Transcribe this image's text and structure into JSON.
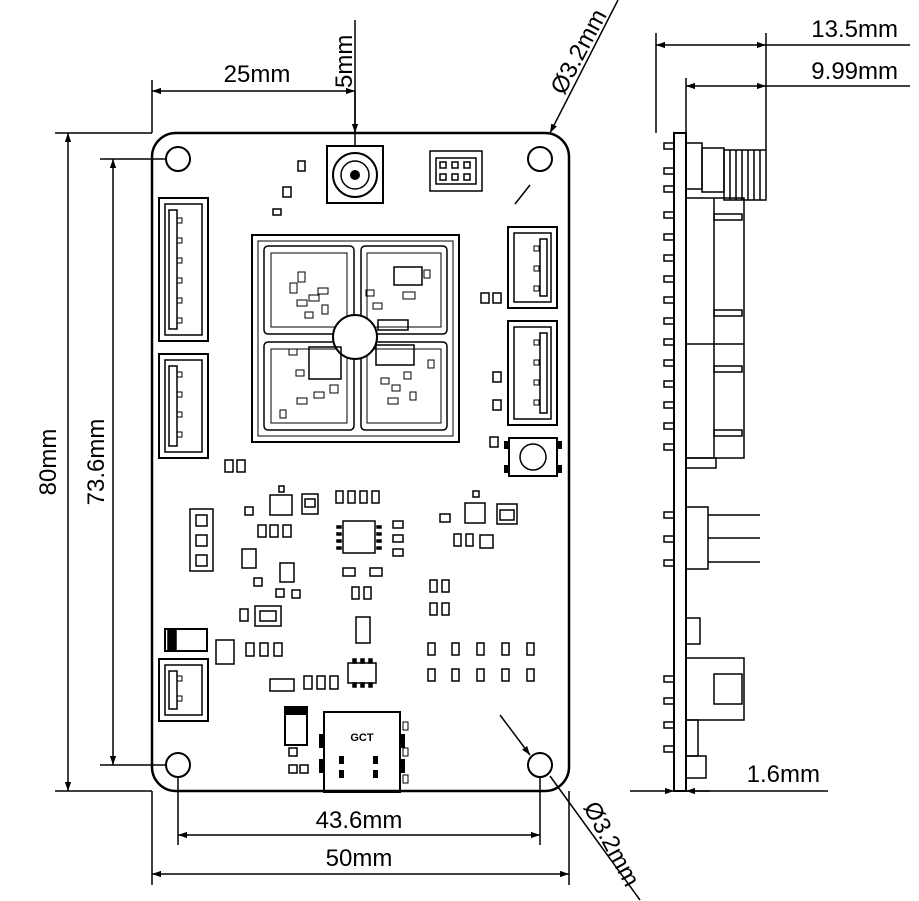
{
  "dimensions": {
    "board_width": "50mm",
    "hole_spacing_x": "43.6mm",
    "board_height": "80mm",
    "hole_spacing_y": "73.6mm",
    "antenna_offset_x": "25mm",
    "antenna_offset_y": "5mm",
    "hole_diameter_top": "Ø3.2mm",
    "hole_diameter_bottom": "Ø3.2mm",
    "side_total_height": "13.5mm",
    "side_connector_height": "9.99mm",
    "pcb_thickness": "1.6mm"
  },
  "labels": {
    "usb_connector_text": "GCT"
  },
  "colors": {
    "line": "#000000",
    "background": "#ffffff"
  }
}
